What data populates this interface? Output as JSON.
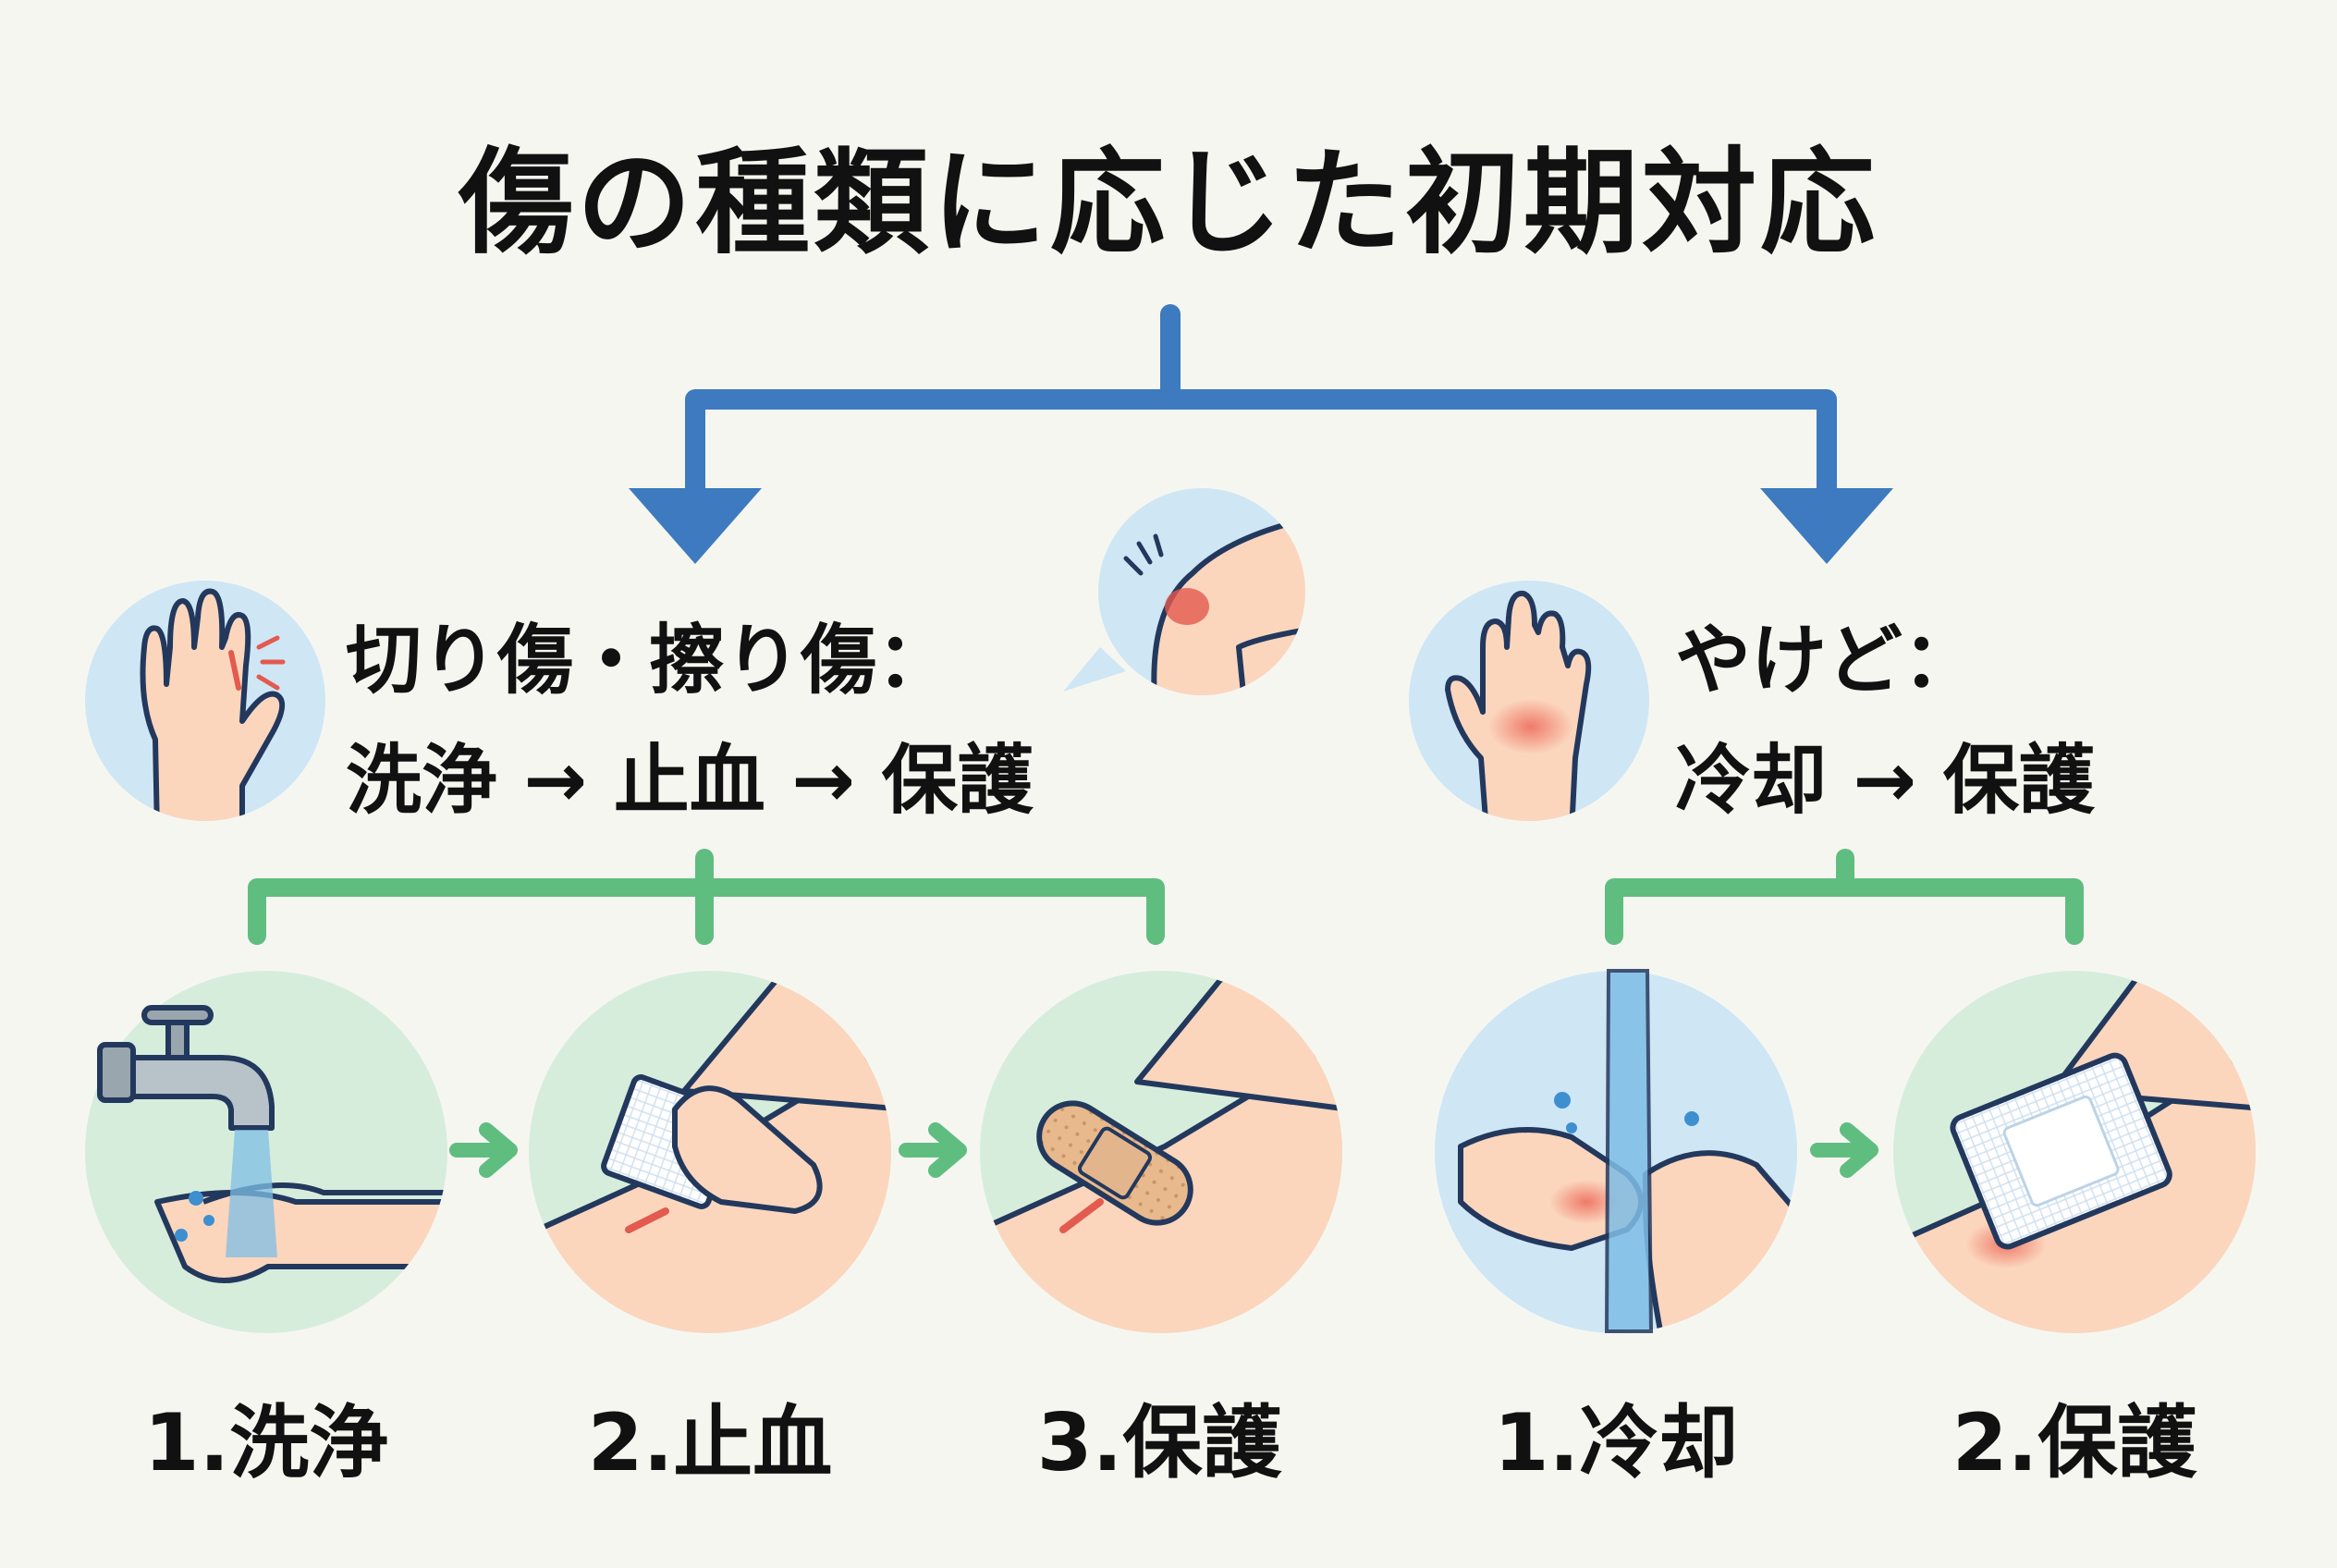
{
  "title": "傷の種類に応じた初期対応",
  "branches": [
    {
      "heading": "切り傷・擦り傷：",
      "flow": "洗浄 → 止血 → 保護",
      "steps": [
        "1.洗浄",
        "2.止血",
        "3.保護"
      ]
    },
    {
      "heading": "やけど：",
      "flow": "冷却 → 保護",
      "steps": [
        "1.冷却",
        "2.保護"
      ]
    }
  ],
  "colors": {
    "main_arrow": "#3d7abf",
    "sub_connector": "#5fbd80",
    "circle_blue": "#cfe6f5",
    "circle_green": "#d6eddc",
    "skin": "#fbd6bd",
    "outline": "#23385d",
    "wound": "#e35a4e"
  },
  "icons": [
    "faucet-icon",
    "gauze-icon",
    "bandage-icon",
    "water-stream-icon",
    "burn-dressing-icon"
  ]
}
